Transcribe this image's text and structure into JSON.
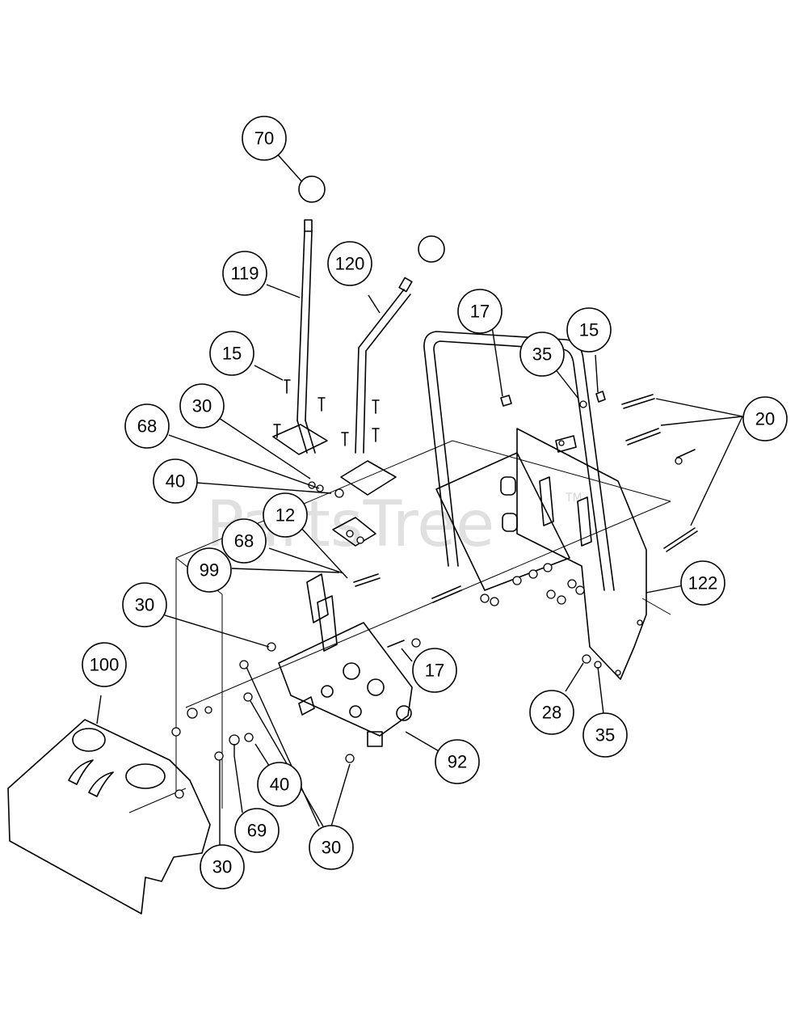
{
  "watermark": {
    "text": "PartsTree",
    "trademark": "TM"
  },
  "callouts": [
    {
      "id": "c70",
      "label": "70"
    },
    {
      "id": "c119",
      "label": "119"
    },
    {
      "id": "c120",
      "label": "120"
    },
    {
      "id": "c17a",
      "label": "17"
    },
    {
      "id": "c35a",
      "label": "35"
    },
    {
      "id": "c15a",
      "label": "15"
    },
    {
      "id": "c15b",
      "label": "15"
    },
    {
      "id": "c30a",
      "label": "30"
    },
    {
      "id": "c68a",
      "label": "68"
    },
    {
      "id": "c20",
      "label": "20"
    },
    {
      "id": "c40a",
      "label": "40"
    },
    {
      "id": "c12",
      "label": "12"
    },
    {
      "id": "c68b",
      "label": "68"
    },
    {
      "id": "c99",
      "label": "99"
    },
    {
      "id": "c122",
      "label": "122"
    },
    {
      "id": "c30b",
      "label": "30"
    },
    {
      "id": "c17b",
      "label": "17"
    },
    {
      "id": "c100",
      "label": "100"
    },
    {
      "id": "c28",
      "label": "28"
    },
    {
      "id": "c35b",
      "label": "35"
    },
    {
      "id": "c92",
      "label": "92"
    },
    {
      "id": "c40b",
      "label": "40"
    },
    {
      "id": "c69",
      "label": "69"
    },
    {
      "id": "c30c",
      "label": "30"
    },
    {
      "id": "c30d",
      "label": "30"
    }
  ]
}
